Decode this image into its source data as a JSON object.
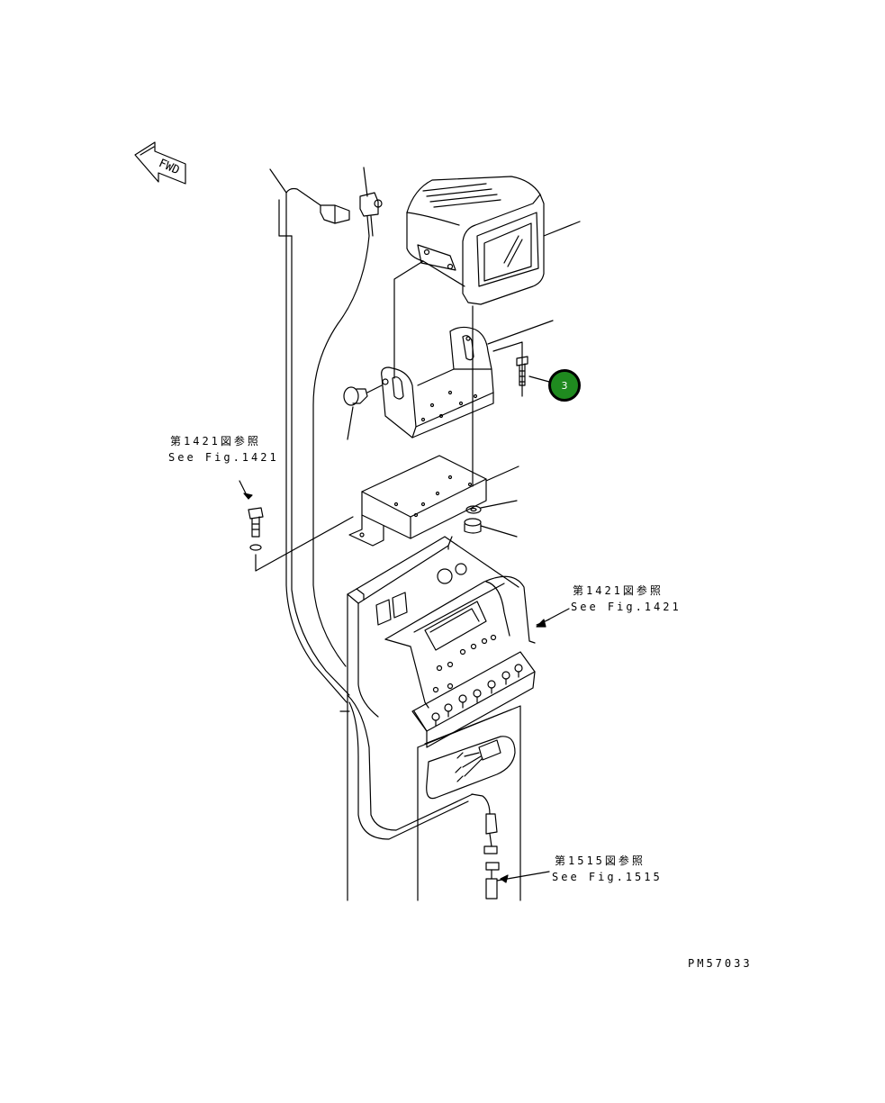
{
  "refs": {
    "left": {
      "line1": "第1421図参照",
      "line2": "See Fig.1421"
    },
    "right": {
      "line1": "第1421図参照",
      "line2": "See Fig.1421"
    },
    "bottom": {
      "line1": "第1515図参照",
      "line2": "See Fig.1515"
    }
  },
  "fwd_label": "FWD",
  "callout": {
    "number": "3",
    "color": "#1f8a1f"
  },
  "drawing_number": "PM57033"
}
